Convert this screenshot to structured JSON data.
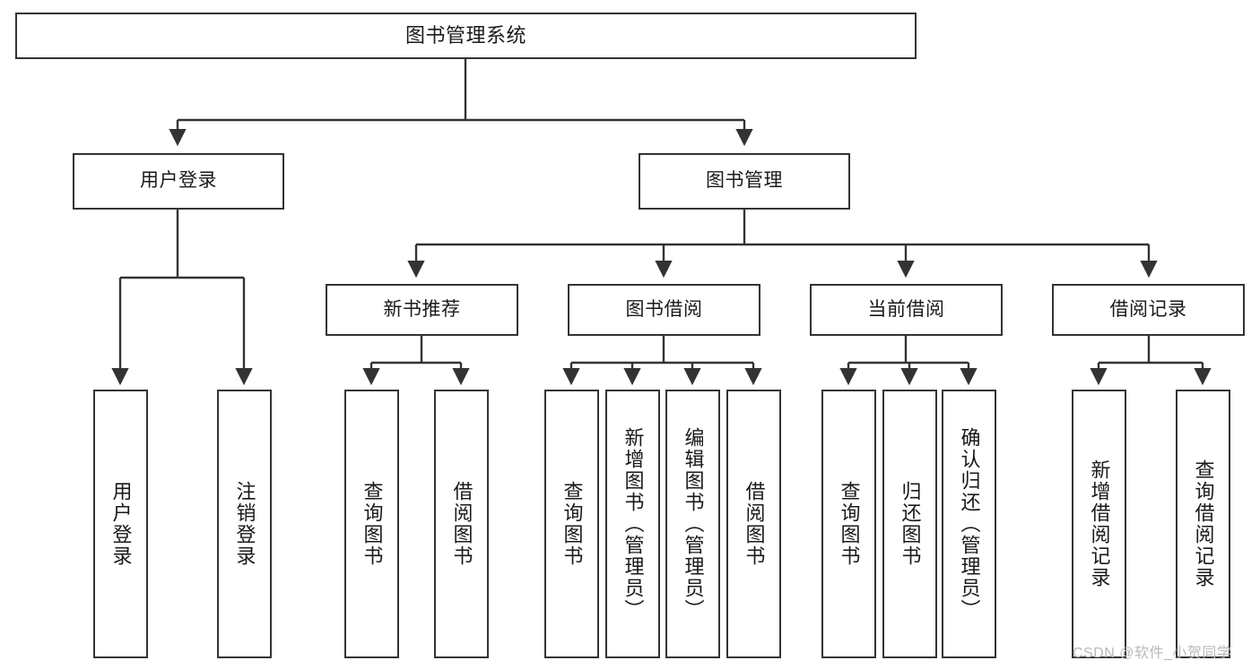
{
  "diagram": {
    "title_node": {
      "label": "图书管理系统"
    },
    "level1": [
      {
        "label": "用户登录"
      },
      {
        "label": "图书管理"
      }
    ],
    "level2": [
      {
        "label": "新书推荐"
      },
      {
        "label": "图书借阅"
      },
      {
        "label": "当前借阅"
      },
      {
        "label": "借阅记录"
      }
    ],
    "leaves": {
      "user_login": [
        {
          "label": "用户登录"
        },
        {
          "label": "注销登录"
        }
      ],
      "new_book": [
        {
          "label": "查询图书"
        },
        {
          "label": "借阅图书"
        }
      ],
      "book_borrow": [
        {
          "label": "查询图书"
        },
        {
          "label": "新增图书（管理员）"
        },
        {
          "label": "编辑图书（管理员）"
        },
        {
          "label": "借阅图书"
        }
      ],
      "current_borrow": [
        {
          "label": "查询图书"
        },
        {
          "label": "归还图书"
        },
        {
          "label": "确认归还（管理员）"
        }
      ],
      "borrow_record": [
        {
          "label": "新增借阅记录"
        },
        {
          "label": "查询借阅记录"
        }
      ]
    }
  },
  "watermark": {
    "text": "CSDN @软件_小贺同学"
  },
  "colors": {
    "stroke": "#333333",
    "text": "#1a1a1a",
    "background": "#ffffff",
    "watermark": "#b9b9b9"
  }
}
